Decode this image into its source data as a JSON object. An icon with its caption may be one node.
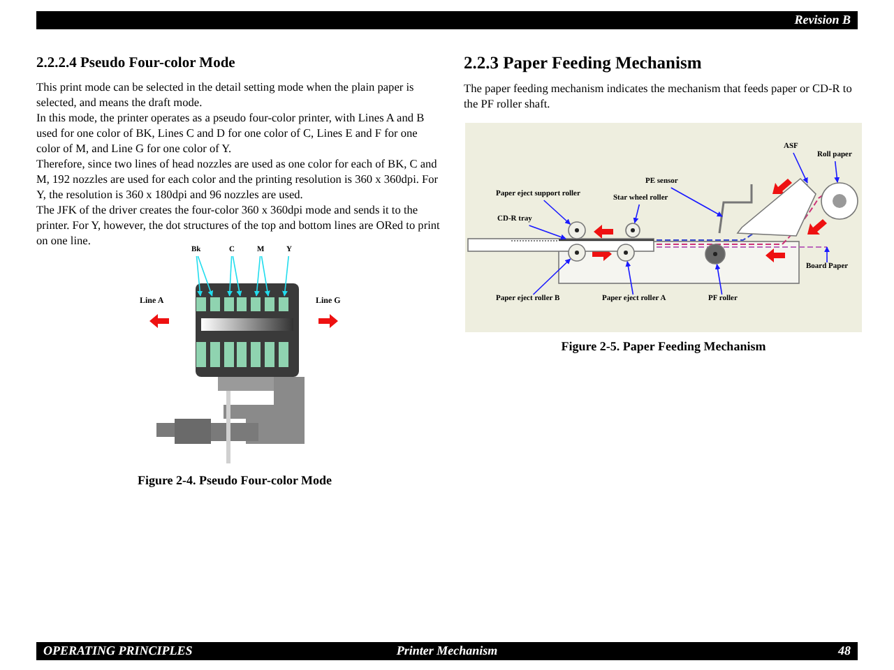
{
  "diagram": {
    "nodes": [
      {
        "text": [
          "Bk"
        ]
      },
      {
        "text": [
          "C"
        ]
      },
      {
        "text": [
          "M"
        ]
      },
      {
        "text": [
          "Y"
        ]
      },
      {
        "text": [],
        "shape": "box"
      },
      {
        "text": [],
        "shape": "box"
      },
      {
        "text": [],
        "shape": "box"
      },
      {
        "text": [],
        "shape": "box"
      },
      {
        "text": [],
        "shape": "box"
      },
      {
        "text": [],
        "shape": "box"
      },
      {
        "text": [],
        "shape": "box"
      },
      {
        "text": [
          "ASF"
        ]
      },
      {
        "text": [
          "Roll paper"
        ]
      },
      {
        "text": [
          "PE sensor"
        ]
      },
      {
        "text": [
          "Paper eject support roller"
        ]
      },
      {
        "text": [
          "Star wheel roller"
        ]
      },
      {
        "text": [
          "CD-R tray"
        ]
      },
      {
        "text": [
          "Paper eject roller B"
        ]
      },
      {
        "text": [
          "Paper eject roller A"
        ]
      },
      {
        "text": [
          "PF roller"
        ]
      },
      {
        "text": [
          "Board Paper"
        ]
      },
      {
        "text": [],
        "shape": "circle"
      },
      {
        "text": [],
        "shape": "circle"
      },
      {
        "text": [],
        "shape": "circle"
      },
      {
        "text": [],
        "shape": "circle"
      },
      {
        "text": [],
        "shape": "circle"
      },
      {
        "text": [],
        "shape": "circle"
      },
      {
        "text": [],
        "shape": "box"
      },
      {
        "text": [],
        "shape": "bar"
      },
      {
        "text": [],
        "shape": "box"
      },
      {
        "text": [],
        "shape": "bar"
      }
    ],
    "edges": [
      {
        "from": 0,
        "to": 4,
        "arrow": "to",
        "color": "#22ddee"
      },
      {
        "from": 0,
        "to": 5,
        "arrow": "to",
        "color": "#22ddee"
      },
      {
        "from": 1,
        "to": 6,
        "arrow": "to",
        "color": "#22ddee"
      },
      {
        "from": 1,
        "to": 7,
        "arrow": "to",
        "color": "#22ddee"
      },
      {
        "from": 2,
        "to": 8,
        "arrow": "to",
        "color": "#22ddee"
      },
      {
        "from": 2,
        "to": 9,
        "arrow": "to",
        "color": "#22ddee"
      },
      {
        "from": 3,
        "to": 10,
        "arrow": "to",
        "color": "#22ddee"
      },
      {
        "from": 11,
        "to": 27,
        "arrow": "to"
      },
      {
        "from": 12,
        "to": 26,
        "arrow": "to"
      },
      {
        "from": 13,
        "to": 28,
        "arrow": "to"
      },
      {
        "from": 14,
        "to": 21,
        "arrow": "to"
      },
      {
        "from": 15,
        "to": 22,
        "arrow": "to"
      },
      {
        "from": 16,
        "to": 29,
        "arrow": "to"
      },
      {
        "from": 17,
        "to": 23,
        "arrow": "to"
      },
      {
        "from": 18,
        "to": 24,
        "arrow": "to"
      },
      {
        "from": 19,
        "to": 25,
        "arrow": "to"
      },
      {
        "from": 20,
        "to": 30,
        "arrow": "to"
      }
    ],
    "labels": [
      "Revision B",
      "2.2.2.4 Pseudo Four-color Mode",
      "This print mode can be selected in the detail setting mode when the plain paper is selected, and means the draft mode.",
      "In this mode, the printer operates as a pseudo four-color printer, with Lines A and B used for one color of BK, Lines C and D for one color of C, Lines E and F for one color of M, and Line G for one color of Y.",
      "Therefore, since two lines of head nozzles are used as one color for each of BK, C and M, 192 nozzles are used for each color and the printing resolution is 360 x 360dpi. For Y, the resolution is 360 x 180dpi and 96 nozzles are used.",
      "The JFK of the driver creates the four-color 360 x 360dpi mode and sends it to the printer. For Y, however, the dot structures of the top and bottom lines are ORed to print on one line.",
      "Line A",
      "Line G",
      "Figure 2-4. Pseudo Four-color Mode",
      "2.2.3 Paper Feeding Mechanism",
      "The paper feeding mechanism indicates the mechanism that feeds paper or CD-R to the PF roller shaft.",
      "Figure 2-5. Paper Feeding Mechanism",
      "OPERATING PRINCIPLES",
      "Printer Mechanism",
      "48"
    ]
  }
}
